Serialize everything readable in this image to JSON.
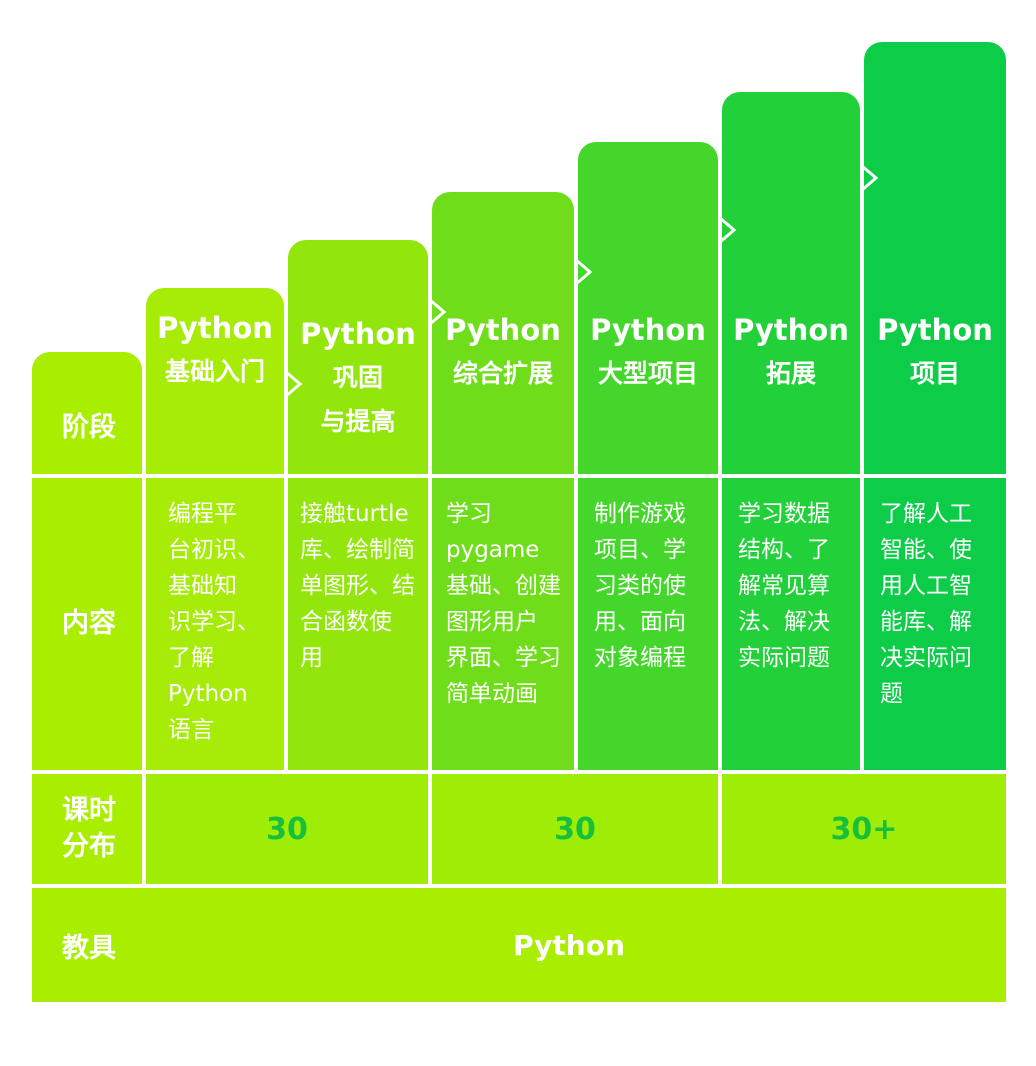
{
  "row_labels": {
    "stage": "阶段",
    "content": "内容",
    "hours": [
      "课时",
      "分布"
    ],
    "tools": "教具"
  },
  "stages": [
    {
      "title": [
        "Python",
        "基础入门"
      ],
      "content": [
        "编程平",
        "台初识、",
        "基础知",
        "识学习、",
        "了解",
        "Python",
        "语言"
      ],
      "color": "#a6ec06"
    },
    {
      "title": [
        "Python",
        "巩固",
        "与提高"
      ],
      "content": [
        "接触turtle",
        "库、绘制简",
        "单图形、结",
        "合函数使",
        "用"
      ],
      "color": "#92e60c"
    },
    {
      "title": [
        "Python",
        "综合扩展"
      ],
      "content": [
        "学习",
        "pygame",
        "基础、创建",
        "图形用户",
        "界面、学习",
        "简单动画"
      ],
      "color": "#70dd1a"
    },
    {
      "title": [
        "Python",
        "大型项目"
      ],
      "content": [
        "制作游戏",
        "项目、学",
        "习类的使",
        "用、面向",
        "对象编程"
      ],
      "color": "#44d62a"
    },
    {
      "title": [
        "Python",
        "拓展"
      ],
      "content": [
        "学习数据",
        "结构、了",
        "解常见算",
        "法、解决",
        "实际问题"
      ],
      "color": "#22d03a"
    },
    {
      "title": [
        "Python",
        "项目"
      ],
      "content": [
        "了解人工",
        "智能、使",
        "用人工智",
        "能库、解",
        "决实际问",
        "题"
      ],
      "color": "#0ccc48"
    }
  ],
  "hours": [
    "30",
    "30",
    "30+"
  ],
  "tool": "Python",
  "colors": {
    "label_bg": "#a9ee00",
    "hours_bg": "#9fec07",
    "hours_text": "#17bf3c"
  }
}
